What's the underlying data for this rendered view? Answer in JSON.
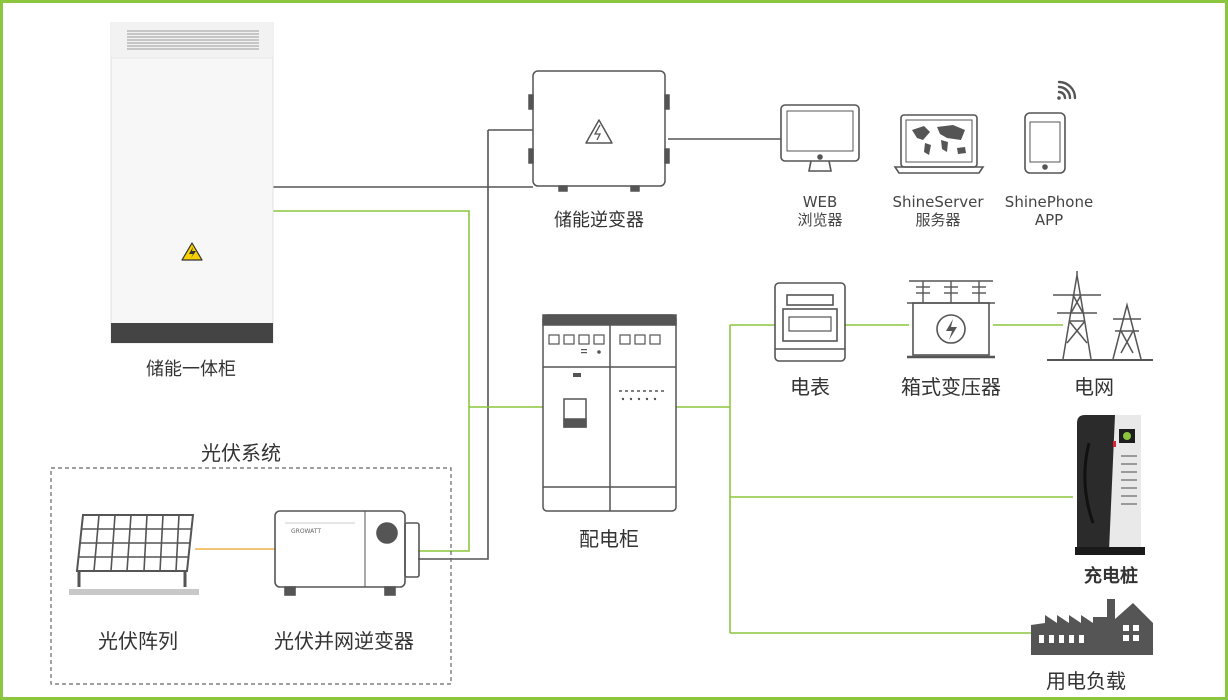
{
  "labels": {
    "storage_cabinet": "储能一体柜",
    "storage_inverter": "储能逆变器",
    "web_line1": "WEB",
    "web_line2": "浏览器",
    "server_line1": "ShineServer",
    "server_line2": "服务器",
    "phone_line1": "ShinePhone",
    "phone_line2": "APP",
    "pv_system": "光伏系统",
    "pv_array": "光伏阵列",
    "pv_inverter": "光伏并网逆变器",
    "pv_inverter_brand": "GROWATT",
    "distribution_cabinet": "配电柜",
    "meter": "电表",
    "box_transformer": "箱式变压器",
    "grid": "电网",
    "charger": "充电桩",
    "load": "用电负载"
  },
  "colors": {
    "frame": "#8cc63f",
    "power_line_green": "#8cc63f",
    "comm_line_dark": "#555555",
    "dc_line_orange": "#f0b24a",
    "icon_stroke": "#555555",
    "warning_yellow": "#f5d000"
  },
  "icons": {
    "storage_cabinet": "battery-cabinet-icon",
    "storage_inverter": "inverter-icon",
    "web": "monitor-icon",
    "server": "laptop-world-map-icon",
    "phone": "smartphone-icon",
    "wifi": "wifi-signal-icon",
    "pv_array": "solar-panel-icon",
    "pv_inverter": "pv-inverter-icon",
    "distribution_cabinet": "switchgear-cabinet-icon",
    "meter": "electric-meter-icon",
    "box_transformer": "transformer-icon",
    "grid": "transmission-tower-icon",
    "charger": "ev-charger-icon",
    "load": "factory-icon"
  }
}
